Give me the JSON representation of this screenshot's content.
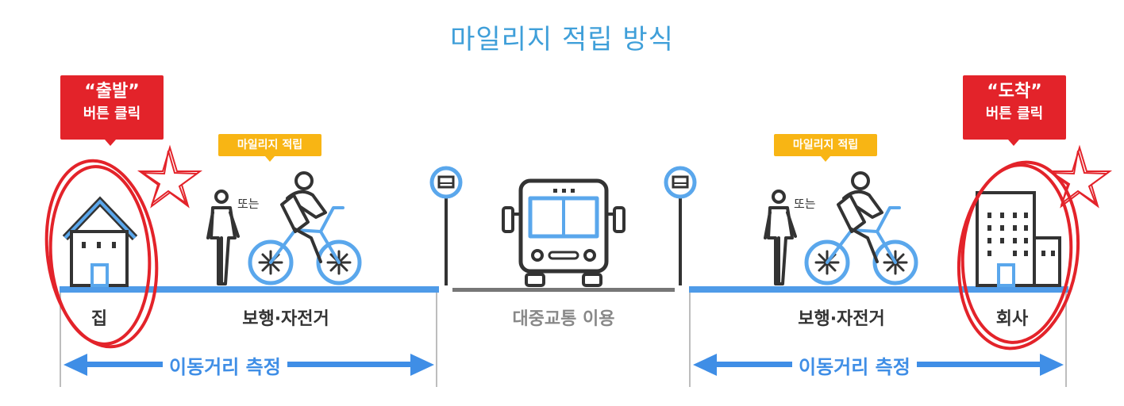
{
  "title": "마일리지 적립 방식",
  "start_callout": {
    "line1": "“출발”",
    "line2": "버튼 클릭"
  },
  "arrive_callout": {
    "line1": "“도착”",
    "line2": "버튼 클릭"
  },
  "mileage_tag_left": "마일리지 적립",
  "mileage_tag_right": "마일리지 적립",
  "or_left": "또는",
  "or_right": "또는",
  "labels": {
    "home": "집",
    "walk_bike_left": "보행·자전거",
    "public_transit": "대중교통 이용",
    "walk_bike_right": "보행·자전거",
    "office": "회사"
  },
  "measure_left": "이동거리 측정",
  "measure_right": "이동거리 측정",
  "colors": {
    "blue": "#3f9fd9",
    "red": "#e3232a",
    "yellow": "#f8b514",
    "gray": "#7a7a7a",
    "arrow": "#3f8ee6"
  }
}
